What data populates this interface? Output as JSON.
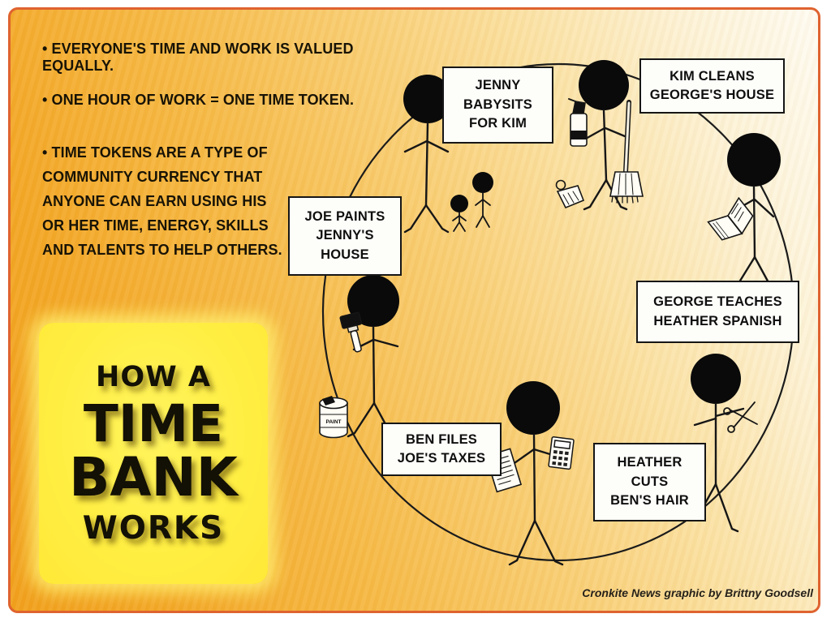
{
  "page": {
    "credit": "Cronkite News graphic by Brittny Goodsell",
    "border_color": "#df6330",
    "background_left_color": "#f1a01d",
    "background_right_color": "#fefcf3",
    "title_box_color": "#ffee43"
  },
  "bullets": [
    "• EVERYONE'S TIME AND WORK IS VALUED EQUALLY.",
    "• ONE HOUR OF WORK = ONE TIME TOKEN.",
    "• TIME TOKENS ARE A TYPE OF\nCOMMUNITY CURRENCY THAT\nANYONE CAN EARN USING HIS\nOR HER TIME, ENERGY, SKILLS\nAND TALENTS TO HELP OTHERS."
  ],
  "title": {
    "line1": "HOW A",
    "line2": "TIME",
    "line3": "BANK",
    "line4": "WORKS"
  },
  "diagram": {
    "people": [
      "Jenny",
      "Kim",
      "George",
      "Heather",
      "Ben",
      "Joe"
    ],
    "labels": [
      {
        "id": "jenny",
        "text": "JENNY\nBABYSITS\nFOR KIM"
      },
      {
        "id": "kim",
        "text": "KIM CLEANS\nGEORGE'S HOUSE"
      },
      {
        "id": "joe",
        "text": "JOE PAINTS\nJENNY'S\nHOUSE"
      },
      {
        "id": "george",
        "text": "GEORGE TEACHES\nHEATHER SPANISH"
      },
      {
        "id": "ben",
        "text": "BEN FILES\nJOE'S TAXES"
      },
      {
        "id": "heather",
        "text": "HEATHER\nCUTS\nBEN'S HAIR"
      }
    ],
    "paint_can_label": "PAINT",
    "icons": [
      "children-icon",
      "spray-bottle-icon",
      "broom-icon",
      "dustpan-icon",
      "book-icon",
      "scissors-icon",
      "calculator-icon",
      "tax-document-icon",
      "paintbrush-icon",
      "paint-can-icon"
    ]
  }
}
